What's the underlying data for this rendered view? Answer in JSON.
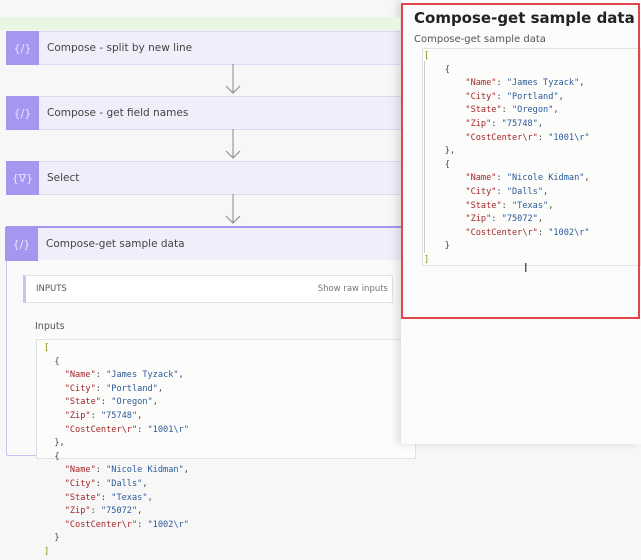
{
  "flow": {
    "steps": [
      {
        "label": "Compose - split by new line",
        "icon": "compose-icon"
      },
      {
        "label": "Compose - get field names",
        "icon": "compose-icon"
      },
      {
        "label": "Select",
        "icon": "select-icon"
      },
      {
        "label": "Compose-get sample data",
        "icon": "compose-icon"
      }
    ],
    "inputs_section": "INPUTS",
    "show_raw": "Show raw inputs",
    "inputs_label": "Inputs"
  },
  "panel": {
    "title": "Compose-get sample data",
    "subtitle": "Compose-get sample data"
  },
  "records": [
    {
      "Name": "James Tyzack",
      "City": "Portland",
      "State": "Oregon",
      "Zip": "75748",
      "CostCenter\\r": "1001\\r"
    },
    {
      "Name": "Nicole Kidman",
      "City": "Dalls",
      "State": "Texas",
      "Zip": "75072",
      "CostCenter\\r": "1002\\r"
    }
  ],
  "colors": {
    "accent": "#a497f0",
    "highlight": "#e0474c",
    "banner": "#e7f7e4"
  }
}
